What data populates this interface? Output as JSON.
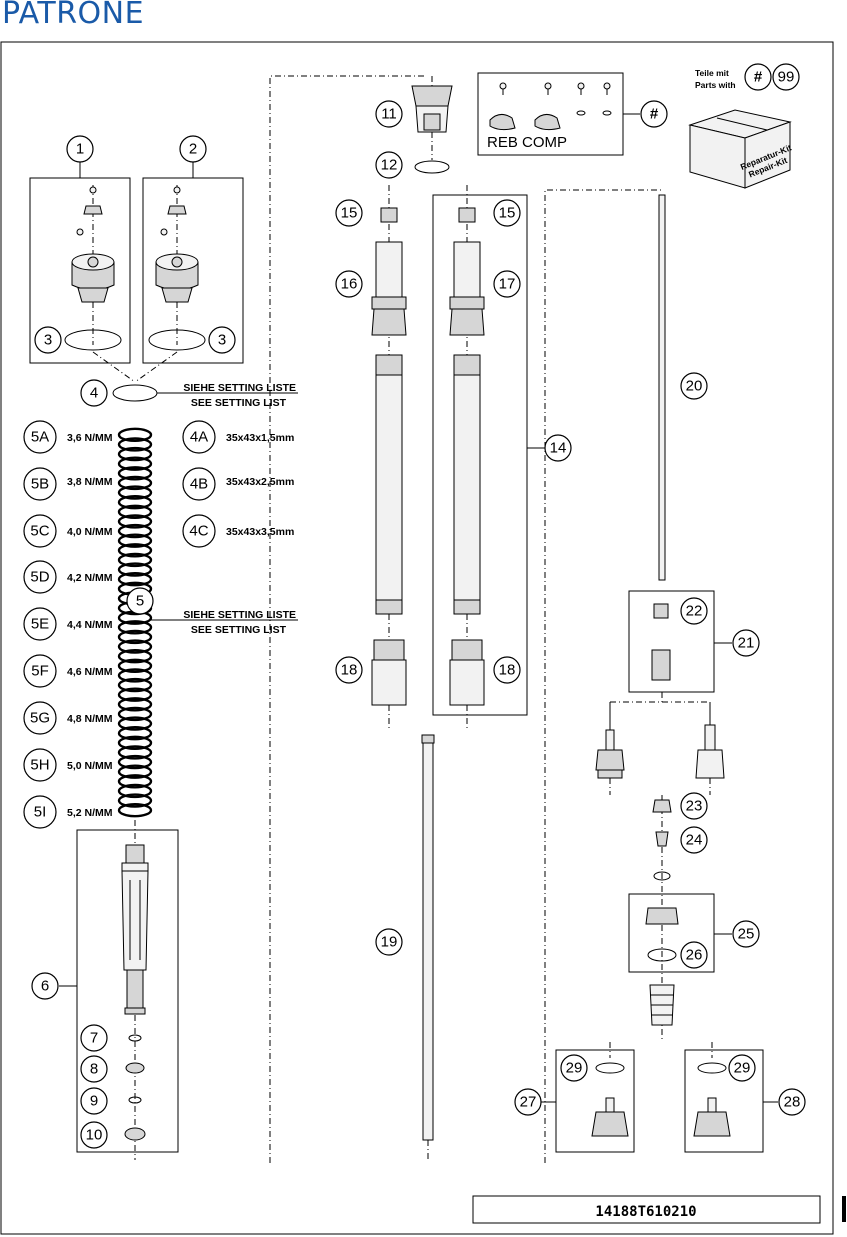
{
  "title": "PATRONE",
  "setting_note_de": "SIEHE SETTING LISTE",
  "setting_note_en": "SEE SETTING LIST",
  "kit_label_de": "Teile mit",
  "kit_label_en": "Parts with",
  "kit_box_text_de": "Reparatur-Kit",
  "kit_box_text_en": "Repair-Kit",
  "reb_comp": "REB COMP",
  "drawing_number": "14188T610210",
  "callouts": {
    "c1": "1",
    "c2": "2",
    "c3": "3",
    "c4": "4",
    "c5": "5",
    "c5A": "5A",
    "c5B": "5B",
    "c5C": "5C",
    "c5D": "5D",
    "c5E": "5E",
    "c5F": "5F",
    "c5G": "5G",
    "c5H": "5H",
    "c5I": "5I",
    "c4A": "4A",
    "c4B": "4B",
    "c4C": "4C",
    "c6": "6",
    "c7": "7",
    "c8": "8",
    "c9": "9",
    "c10": "10",
    "c11": "11",
    "c12": "12",
    "c14": "14",
    "c15": "15",
    "c16": "16",
    "c17": "17",
    "c18": "18",
    "c19": "19",
    "c20": "20",
    "c21": "21",
    "c22": "22",
    "c23": "23",
    "c24": "24",
    "c25": "25",
    "c26": "26",
    "c27": "27",
    "c28": "28",
    "c29": "29",
    "hash": "#",
    "c99": "99"
  },
  "spring_rates": {
    "r5A": "3,6 N/MM",
    "r5B": "3,8 N/MM",
    "r5C": "4,0 N/MM",
    "r5D": "4,2 N/MM",
    "r5E": "4,4 N/MM",
    "r5F": "4,6 N/MM",
    "r5G": "4,8 N/MM",
    "r5H": "5,0 N/MM",
    "r5I": "5,2 N/MM"
  },
  "spacer_sizes": {
    "s4A": "35x43x1,5mm",
    "s4B": "35x43x2,5mm",
    "s4C": "35x43x3,5mm"
  }
}
